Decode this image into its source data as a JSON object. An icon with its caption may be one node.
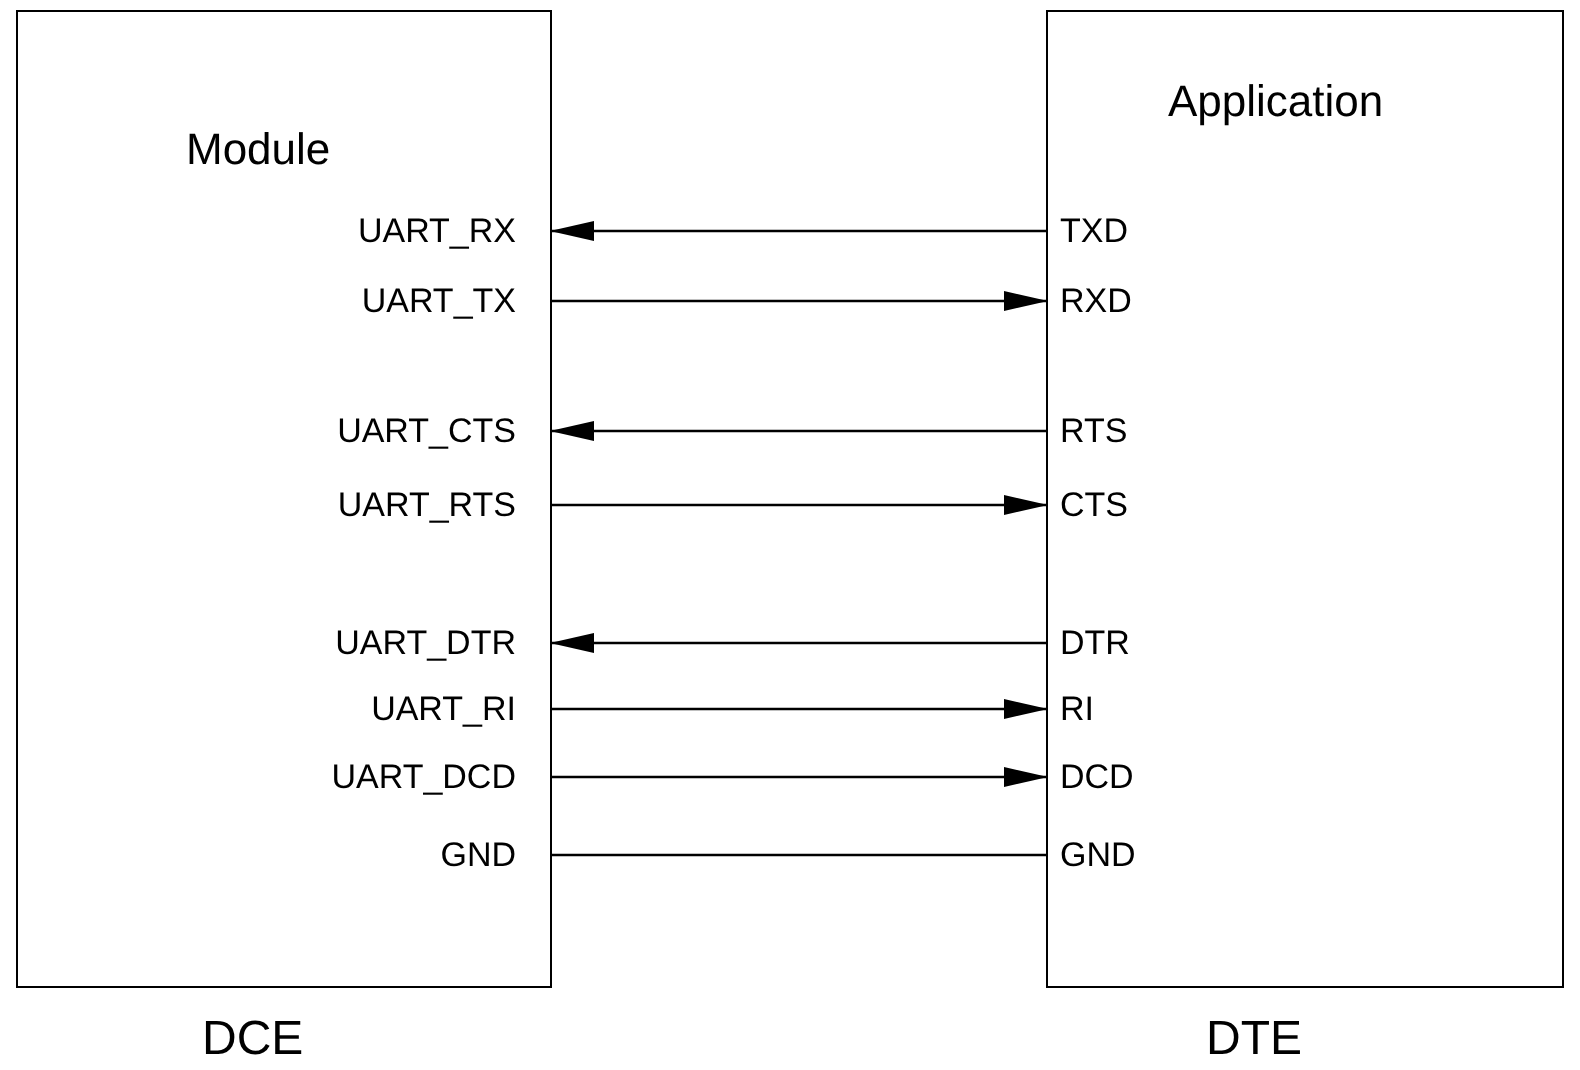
{
  "diagram": {
    "nodes": [
      {
        "text": [
          "Module"
        ],
        "beside": [
          "DCE"
        ]
      },
      {
        "text": [
          "Application"
        ],
        "beside": [
          "DTE"
        ]
      },
      {
        "text": [
          "UART_RX"
        ],
        "in": 0
      },
      {
        "text": [
          "UART_TX"
        ],
        "in": 0
      },
      {
        "text": [
          "UART_CTS"
        ],
        "in": 0
      },
      {
        "text": [
          "UART_RTS"
        ],
        "in": 0
      },
      {
        "text": [
          "UART_DTR"
        ],
        "in": 0
      },
      {
        "text": [
          "UART_RI"
        ],
        "in": 0
      },
      {
        "text": [
          "UART_DCD"
        ],
        "in": 0
      },
      {
        "text": [
          "GND"
        ],
        "in": 0
      },
      {
        "text": [
          "TXD"
        ],
        "in": 1
      },
      {
        "text": [
          "RXD"
        ],
        "in": 1
      },
      {
        "text": [
          "RTS"
        ],
        "in": 1
      },
      {
        "text": [
          "CTS"
        ],
        "in": 1
      },
      {
        "text": [
          "DTR"
        ],
        "in": 1
      },
      {
        "text": [
          "RI"
        ],
        "in": 1
      },
      {
        "text": [
          "DCD"
        ],
        "in": 1
      },
      {
        "text": [
          "GND"
        ],
        "in": 1
      }
    ],
    "edges": [
      {
        "from": 10,
        "to": 2,
        "arrow": "to"
      },
      {
        "from": 3,
        "to": 11,
        "arrow": "to"
      },
      {
        "from": 12,
        "to": 4,
        "arrow": "to"
      },
      {
        "from": 5,
        "to": 13,
        "arrow": "to"
      },
      {
        "from": 14,
        "to": 6,
        "arrow": "to"
      },
      {
        "from": 7,
        "to": 15,
        "arrow": "to"
      },
      {
        "from": 8,
        "to": 16,
        "arrow": "to"
      },
      {
        "from": 9,
        "to": 17,
        "arrow": "none"
      }
    ]
  }
}
